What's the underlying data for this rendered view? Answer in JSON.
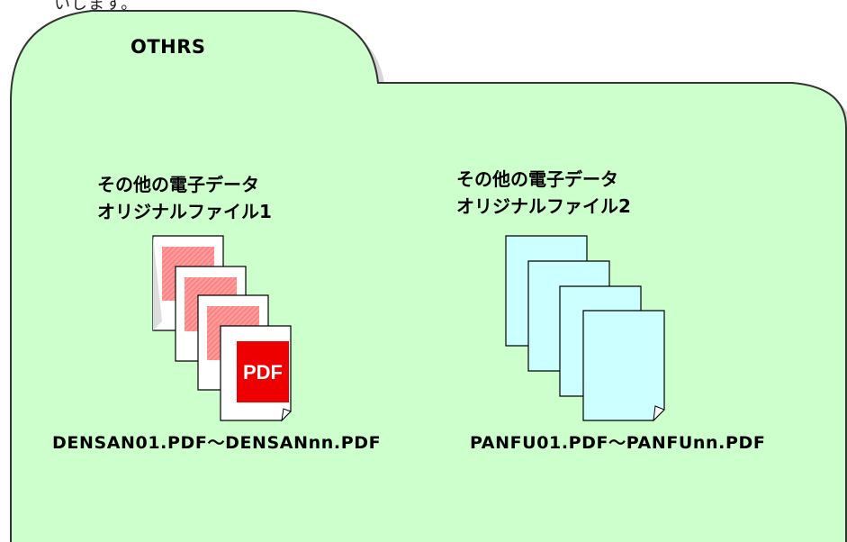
{
  "top_text": "いします。",
  "folder": {
    "label": "OTHRS",
    "fill": "#ccffcc",
    "stroke": "#333333"
  },
  "groups": [
    {
      "title_line1": "その他の電子データ",
      "title_line2": "オリジナルファイル1",
      "range_text": "DENSAN01.PDF～DENSANnn.PDF",
      "file_fill": "#ffffff",
      "file_accent": "#ff8080",
      "last_file_label": "PDF",
      "last_file_color": "#ee0000"
    },
    {
      "title_line1": "その他の電子データ",
      "title_line2": "オリジナルファイル2",
      "range_text": "PANFU01.PDF～PANFUnn.PDF",
      "file_fill": "#ccffff"
    }
  ]
}
